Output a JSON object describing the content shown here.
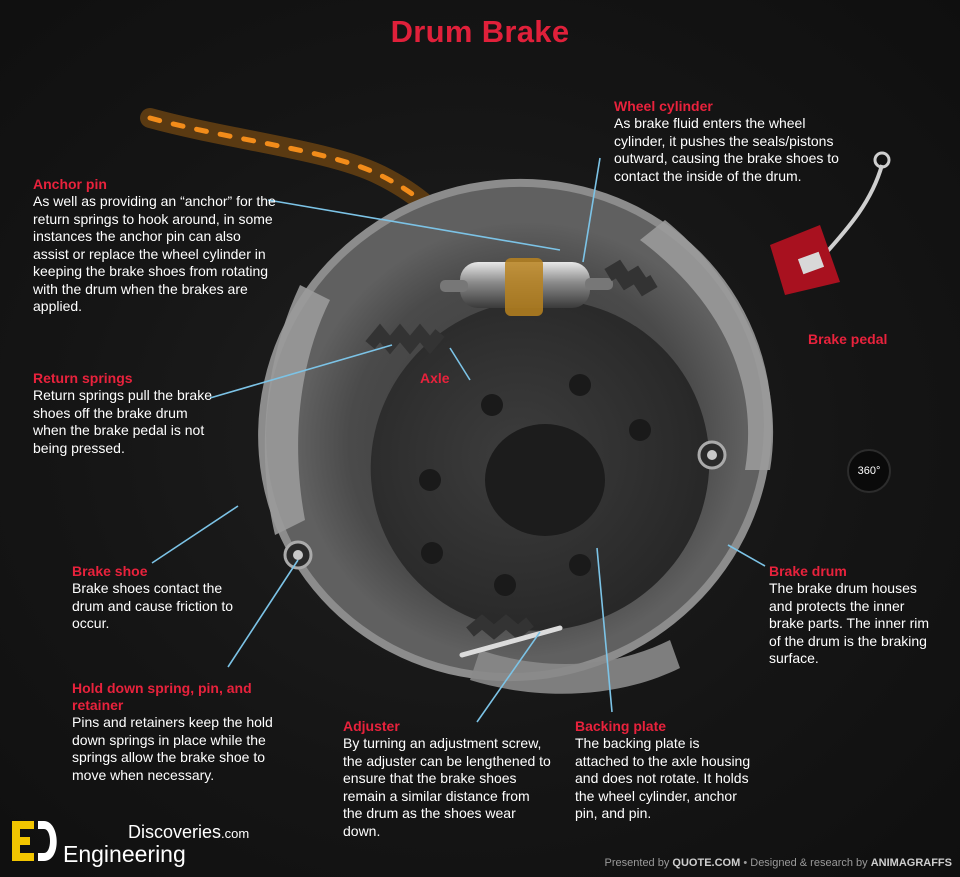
{
  "title": "Drum Brake",
  "callouts": {
    "wheel_cylinder": {
      "title": "Wheel cylinder",
      "text": "As brake fluid enters the wheel cylinder, it pushes the seals/pistons outward, causing the brake shoes to contact the inside of the drum."
    },
    "anchor_pin": {
      "title": "Anchor pin",
      "text": "As well as providing an “anchor” for the return springs to hook around, in some instances the anchor pin can also assist or replace the wheel cylinder in keeping the brake shoes from rotating with the drum when the brakes are applied."
    },
    "return_springs": {
      "title": "Return springs",
      "text": "Return springs pull the brake shoes off the brake drum when the brake pedal is not being pressed."
    },
    "brake_shoe": {
      "title": "Brake shoe",
      "text": "Brake shoes contact the drum and cause friction to occur."
    },
    "hold_down": {
      "title": "Hold down spring, pin, and retainer",
      "text": "Pins and retainers keep the hold down springs in place while the springs allow the brake shoe to move when necessary."
    },
    "adjuster": {
      "title": "Adjuster",
      "text": "By turning an adjustment screw, the adjuster can be lengthened to ensure that the brake shoes remain a similar distance from the drum as the shoes wear down."
    },
    "backing_plate": {
      "title": "Backing plate",
      "text": "The backing plate is attached to the axle housing and does not rotate. It holds the wheel cylinder, anchor pin, and pin."
    },
    "brake_drum": {
      "title": "Brake drum",
      "text": "The brake drum houses and protects the inner brake parts. The inner rim of the drum is the braking surface."
    }
  },
  "tags": {
    "axle": "Axle",
    "brake_pedal": "Brake pedal"
  },
  "badge_360": "360°",
  "logo": {
    "top_text": "Discoveries",
    "top_suffix": ".com",
    "bottom_text": "Engineering"
  },
  "credits": {
    "presented_by": "Presented by",
    "quote": "QUOTE.COM",
    "sep": "•",
    "designed_by": "Designed & research by",
    "animagraffs": "ANIMAGRAFFS"
  },
  "colors": {
    "accent": "#e0203a",
    "leader": "#7cc3e6",
    "text": "#ffffff",
    "logo_yellow": "#f2c500"
  }
}
